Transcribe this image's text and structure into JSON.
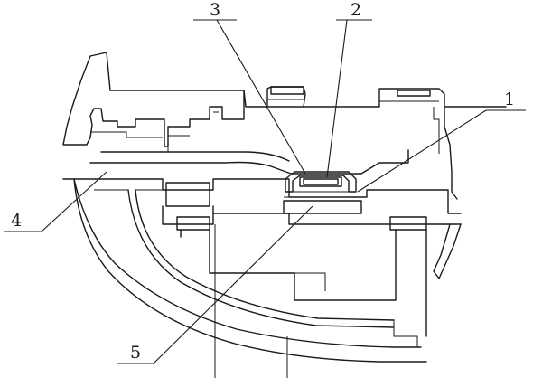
{
  "figure": {
    "labels": [
      {
        "id": "ref-1",
        "text": "1"
      },
      {
        "id": "ref-2",
        "text": "2"
      },
      {
        "id": "ref-3",
        "text": "3"
      },
      {
        "id": "ref-4",
        "text": "4"
      },
      {
        "id": "ref-5",
        "text": "5"
      }
    ]
  }
}
